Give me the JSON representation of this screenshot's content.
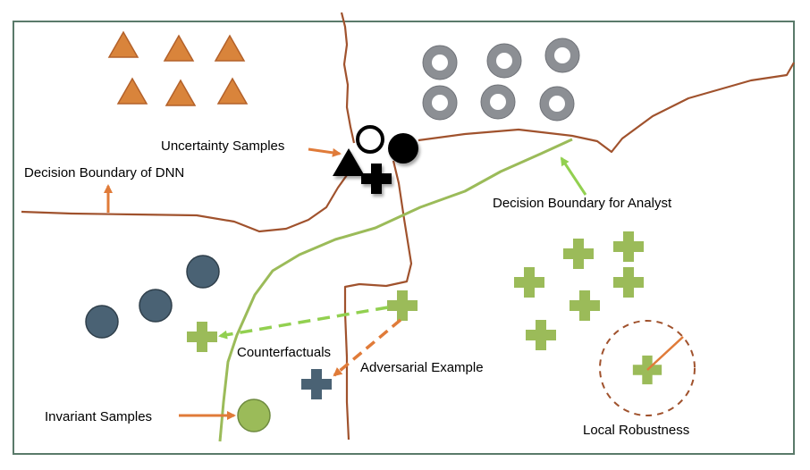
{
  "labels": {
    "uncertainty_samples": "Uncertainty Samples",
    "decision_boundary_dnn": "Decision Boundary of DNN",
    "decision_boundary_analyst": "Decision Boundary for Analyst",
    "counterfactuals": "Counterfactuals",
    "adversarial_example": "Adversarial Example",
    "invariant_samples": "Invariant  Samples",
    "local_robustness": "Local Robustness"
  },
  "colors": {
    "frame": "#5a7a6a",
    "dnn_boundary": "#a0522d",
    "analyst_boundary": "#9bbb59",
    "triangle": "#d9843b",
    "ring": "#8c8f94",
    "dark_circle": "#4a6274",
    "light_plus": "#9bbb59",
    "dark_plus": "#4a6274",
    "arrow_orange": "#e07b39",
    "arrow_green": "#92d050",
    "robustness_circle": "#a0522d"
  },
  "icons": {
    "triangles": "triangle-icon",
    "rings": "ring-icon",
    "dark_circles": "circle-icon",
    "plus": "plus-icon"
  }
}
